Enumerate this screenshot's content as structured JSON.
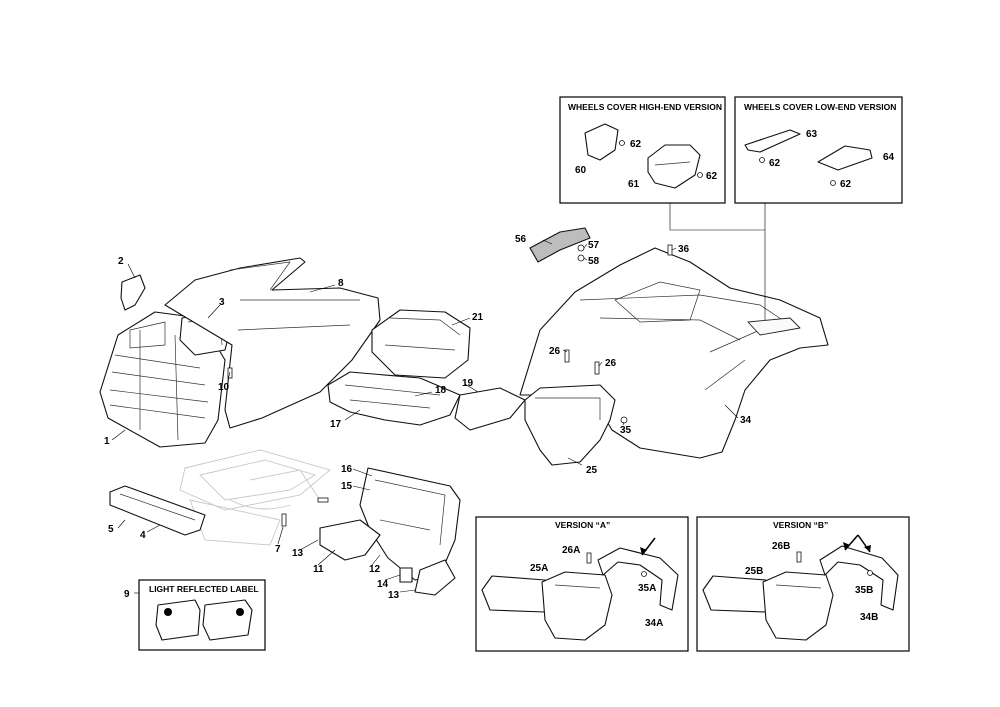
{
  "boxes": {
    "high_end_title": "WHEELS COVER HIGH-END VERSION",
    "low_end_title": "WHEELS COVER LOW-END VERSION",
    "version_a_title": "VERSION “A”",
    "version_b_title": "VERSION “B”",
    "light_label_title": "LIGHT REFLECTED LABEL"
  },
  "callouts": {
    "c1": "1",
    "c2": "2",
    "c3": "3",
    "c4": "4",
    "c5": "5",
    "c7": "7",
    "c8": "8",
    "c9": "9",
    "c10": "10",
    "c11": "11",
    "c12": "12",
    "c13a": "13",
    "c13b": "13",
    "c14": "14",
    "c15": "15",
    "c16": "16",
    "c17": "17",
    "c18": "18",
    "c19": "19",
    "c21": "21",
    "c25": "25",
    "c26a": "26",
    "c26b": "26",
    "c34": "34",
    "c35": "35",
    "c36": "36",
    "c56": "56",
    "c57": "57",
    "c58": "58",
    "c60": "60",
    "c61": "61",
    "c62a": "62",
    "c62b": "62",
    "c63": "63",
    "c64": "64",
    "c62c": "62",
    "c62d": "62",
    "c26A": "26A",
    "c25A": "25A",
    "c35A": "35A",
    "c34A": "34A",
    "c26B": "26B",
    "c25B": "25B",
    "c35B": "35B",
    "c34B": "34B"
  }
}
